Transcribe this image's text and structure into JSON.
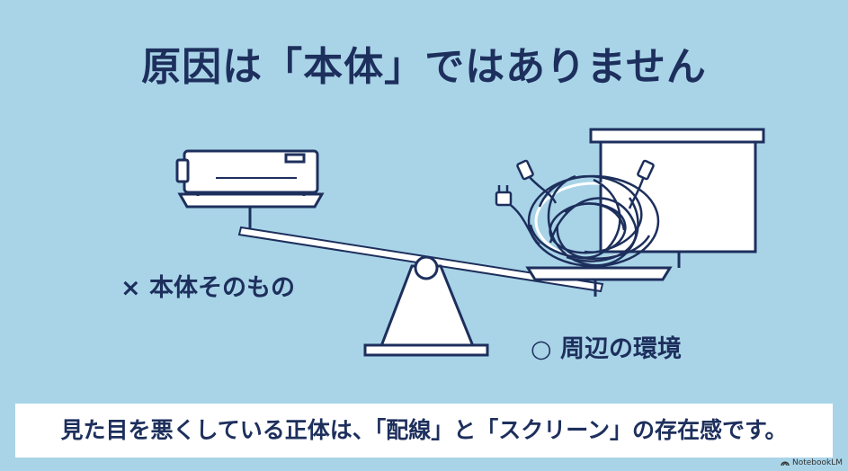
{
  "title": "原因は「本体」ではありません",
  "labels": {
    "body_itself": "× 本体そのもの",
    "surroundings": "○ 周辺の環境"
  },
  "caption": "見た目を悪くしている正体は、「配線」と「スクリーン」の存在感です。",
  "badge": "NotebookLM",
  "icons": {
    "left_pan": "projector-icon",
    "right_pan": "tangled-cables-icon",
    "background": "projection-screen-icon",
    "fulcrum": "seesaw-fulcrum"
  },
  "colors": {
    "background": "#a9d4e8",
    "ink": "#1d2f5c",
    "fill": "#ffffff"
  }
}
